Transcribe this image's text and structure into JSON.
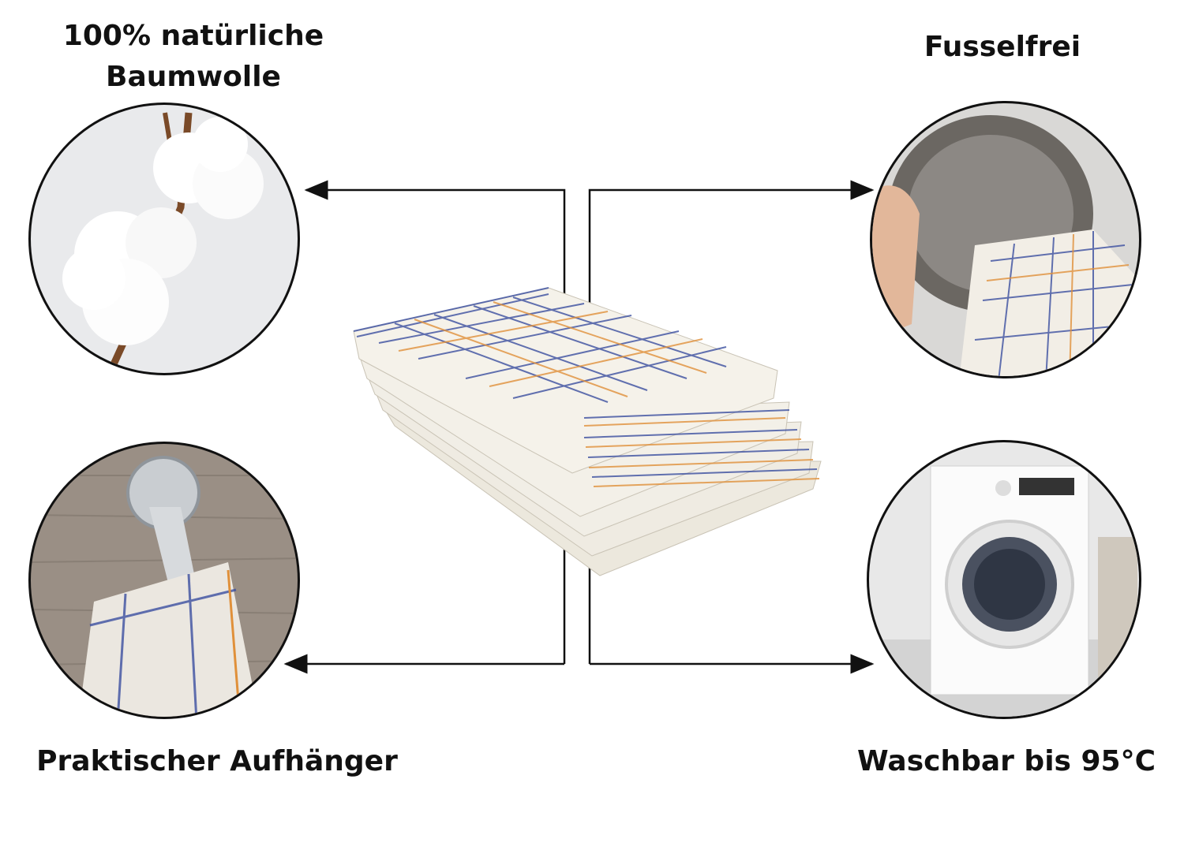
{
  "features": {
    "cotton": {
      "line1": "100% natürliche",
      "line2": "Baumwolle"
    },
    "lint_free": {
      "label": "Fusselfrei"
    },
    "hanger": {
      "label": "Praktischer Aufhänger"
    },
    "washable": {
      "label": "Waschbar bis 95°C"
    }
  },
  "colors": {
    "stroke": "#111111",
    "towel_blue": "#3b4fa0",
    "towel_orange": "#e0903a",
    "towel_base": "#f1eee6"
  }
}
